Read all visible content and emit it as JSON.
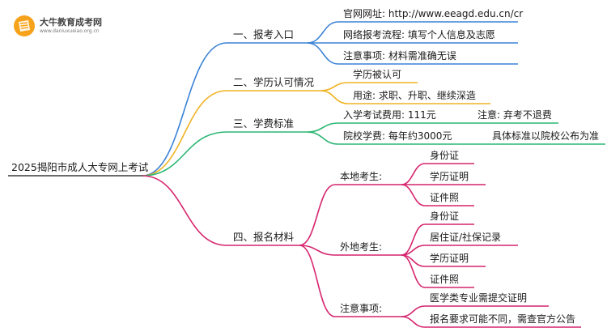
{
  "logo": {
    "title": "大牛教育成考网",
    "url": "www.daniuxueiao.org.cn"
  },
  "colors": {
    "branch1": "#3b82d6",
    "branch2": "#f0b323",
    "branch3": "#2bb673",
    "branch4": "#d6246e",
    "root": "#3a3a3a"
  },
  "root": {
    "label": "2025揭阳市成人大专网上考试"
  },
  "branches": [
    {
      "label": "一、报考入口",
      "children": [
        {
          "label": "官网网址: http://www.eeagd.edu.cn/cr"
        },
        {
          "label": "网络报考流程: 填写个人信息及志愿"
        },
        {
          "label": "注意事项: 材料需准确无误"
        }
      ]
    },
    {
      "label": "二、学历认可情况",
      "children": [
        {
          "label": "学历被认可"
        },
        {
          "label": "用途: 求职、升职、继续深造"
        }
      ]
    },
    {
      "label": "三、学费标准",
      "children": [
        {
          "label": "入学考试费用: 111元",
          "note": "注意: 弃考不退费"
        },
        {
          "label": "院校学费: 每年约3000元",
          "note": "具体标准以院校公布为准"
        }
      ]
    },
    {
      "label": "四、报名材料",
      "children": [
        {
          "label": "本地考生:",
          "children": [
            {
              "label": "身份证"
            },
            {
              "label": "学历证明"
            },
            {
              "label": "证件照"
            }
          ]
        },
        {
          "label": "外地考生:",
          "children": [
            {
              "label": "身份证"
            },
            {
              "label": "居住证/社保记录"
            },
            {
              "label": "学历证明"
            },
            {
              "label": "证件照"
            }
          ]
        },
        {
          "label": "注意事项:",
          "children": [
            {
              "label": "医学类专业需提交证明"
            },
            {
              "label": "报名要求可能不同，需查官方公告"
            }
          ]
        }
      ]
    }
  ]
}
